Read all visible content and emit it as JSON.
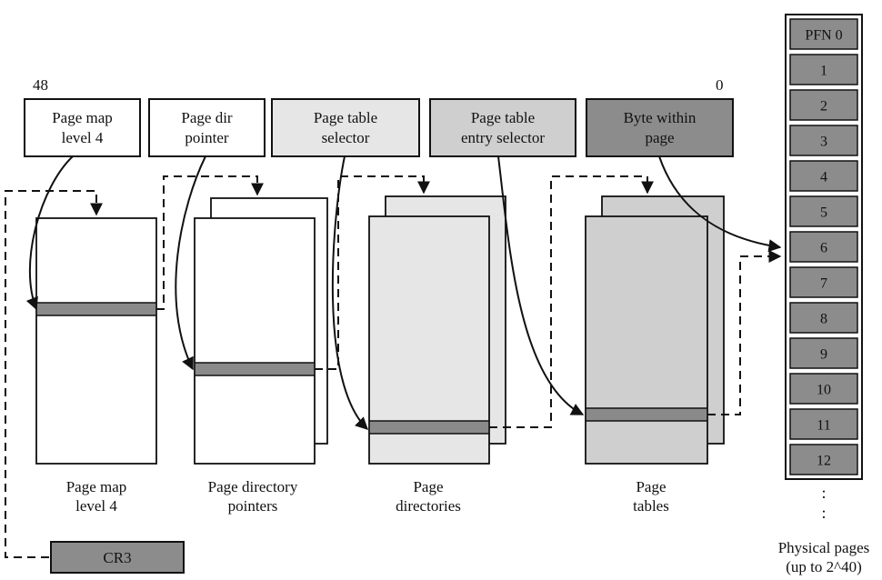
{
  "bit_labels": {
    "high": "48",
    "low": "0"
  },
  "fields": [
    {
      "id": "pml4",
      "lines": [
        "Page map",
        "level 4"
      ],
      "fill": "#ffffff"
    },
    {
      "id": "pdp",
      "lines": [
        "Page dir",
        "pointer"
      ],
      "fill": "#ffffff"
    },
    {
      "id": "pts",
      "lines": [
        "Page table",
        "selector"
      ],
      "fill": "#e6e6e6"
    },
    {
      "id": "ptes",
      "lines": [
        "Page table",
        "entry selector"
      ],
      "fill": "#cfcfcf"
    },
    {
      "id": "byte",
      "lines": [
        "Byte within",
        "page"
      ],
      "fill": "#8c8c8c"
    }
  ],
  "tables": [
    {
      "id": "pml4-table",
      "lines": [
        "Page map",
        "level 4"
      ],
      "fill": "#ffffff"
    },
    {
      "id": "pdp-table",
      "lines": [
        "Page directory",
        "pointers"
      ],
      "fill": "#ffffff"
    },
    {
      "id": "pd-table",
      "lines": [
        "Page",
        "directories"
      ],
      "fill": "#e6e6e6"
    },
    {
      "id": "pt-table",
      "lines": [
        "Page",
        "tables"
      ],
      "fill": "#cfcfcf"
    }
  ],
  "cr3": "CR3",
  "pfn_frames": [
    "PFN 0",
    "1",
    "2",
    "3",
    "4",
    "5",
    "6",
    "7",
    "8",
    "9",
    "10",
    "11",
    "12"
  ],
  "ellipsis": ":",
  "physical_pages": [
    "Physical pages",
    "(up to 2^40)"
  ],
  "colors": {
    "entry": "#8a8a8a",
    "frame": "#8c8c8c",
    "cr3": "#8c8c8c"
  }
}
